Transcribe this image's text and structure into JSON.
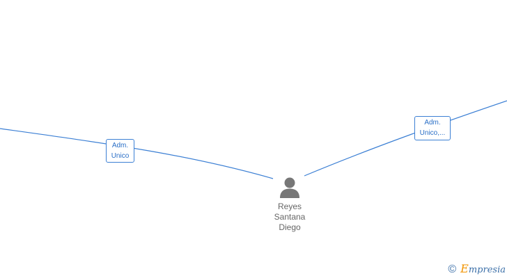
{
  "edges": [
    {
      "label_lines": [
        "Adm.",
        "Unico"
      ]
    },
    {
      "label_lines": [
        "Adm.",
        "Unico,..."
      ]
    }
  ],
  "person": {
    "icon": "person-icon",
    "name_lines": [
      "Reyes",
      "Santana",
      "Diego"
    ]
  },
  "brand": {
    "copyright": "©",
    "logo_first": "E",
    "logo_rest": "mpresia"
  },
  "colors": {
    "edge": "#3b7fd4",
    "label_text": "#2a6fc7",
    "person": "#777777",
    "brand_accent": "#f29400"
  }
}
